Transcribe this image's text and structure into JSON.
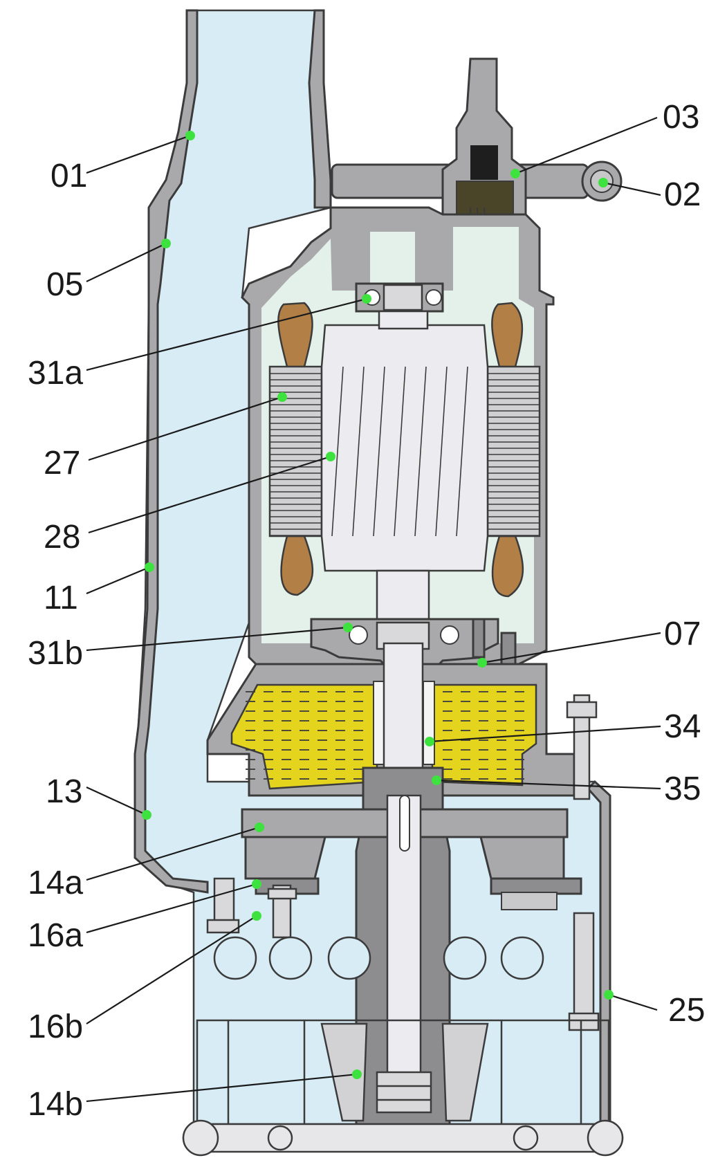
{
  "labels": {
    "l01": "01",
    "l05": "05",
    "l31a": "31a",
    "l27": "27",
    "l28": "28",
    "l11": "11",
    "l31b": "31b",
    "l13": "13",
    "l14a": "14a",
    "l16a": "16a",
    "l16b": "16b",
    "l14b": "14b",
    "l03": "03",
    "l02": "02",
    "l07": "07",
    "l34": "34",
    "l35": "35",
    "l25": "25"
  },
  "colors": {
    "marker": "#3ee23e",
    "water": "#d8ecf6",
    "metal": "#a9a9ab",
    "oil": "#e4d41e",
    "winding": "#b27f46"
  }
}
